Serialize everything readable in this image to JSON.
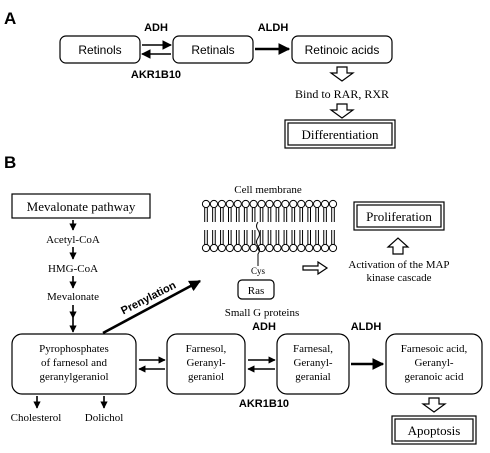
{
  "panel_a": {
    "label": "A",
    "nodes": {
      "retinols": "Retinols",
      "retinals": "Retinals",
      "retinoic_acids": "Retinoic acids"
    },
    "enzymes": {
      "adh": "ADH",
      "aldh": "ALDH",
      "akr1b10": "AKR1B10"
    },
    "bind_text": "Bind to RAR, RXR",
    "outcome": "Differentiation"
  },
  "panel_b": {
    "label": "B",
    "mevalonate_pathway": "Mevalonate pathway",
    "acetyl_coa": "Acetyl-CoA",
    "hmg_coa": "HMG-CoA",
    "mevalonate": "Mevalonate",
    "pyrophosphates": [
      "Pyrophosphates",
      "of farnesol and",
      "geranylgeraniol"
    ],
    "cholesterol": "Cholesterol",
    "dolichol": "Dolichol",
    "prenylation": "Prenylation",
    "cell_membrane": "Cell membrane",
    "cys": "Cys",
    "ras": "Ras",
    "small_g_proteins": "Small G proteins",
    "proliferation": "Proliferation",
    "map_kinase": [
      "Activation of the MAP",
      "kinase cascade"
    ],
    "farnesol": [
      "Farnesol,",
      "Geranyl-",
      "geraniol"
    ],
    "farnesal": [
      "Farnesal,",
      "Geranyl-",
      "geranial"
    ],
    "farnesoic": [
      "Farnesoic acid,",
      "Geranyl-",
      "geranoic acid"
    ],
    "adh": "ADH",
    "aldh": "ALDH",
    "akr1b10": "AKR1B10",
    "apoptosis": "Apoptosis"
  }
}
